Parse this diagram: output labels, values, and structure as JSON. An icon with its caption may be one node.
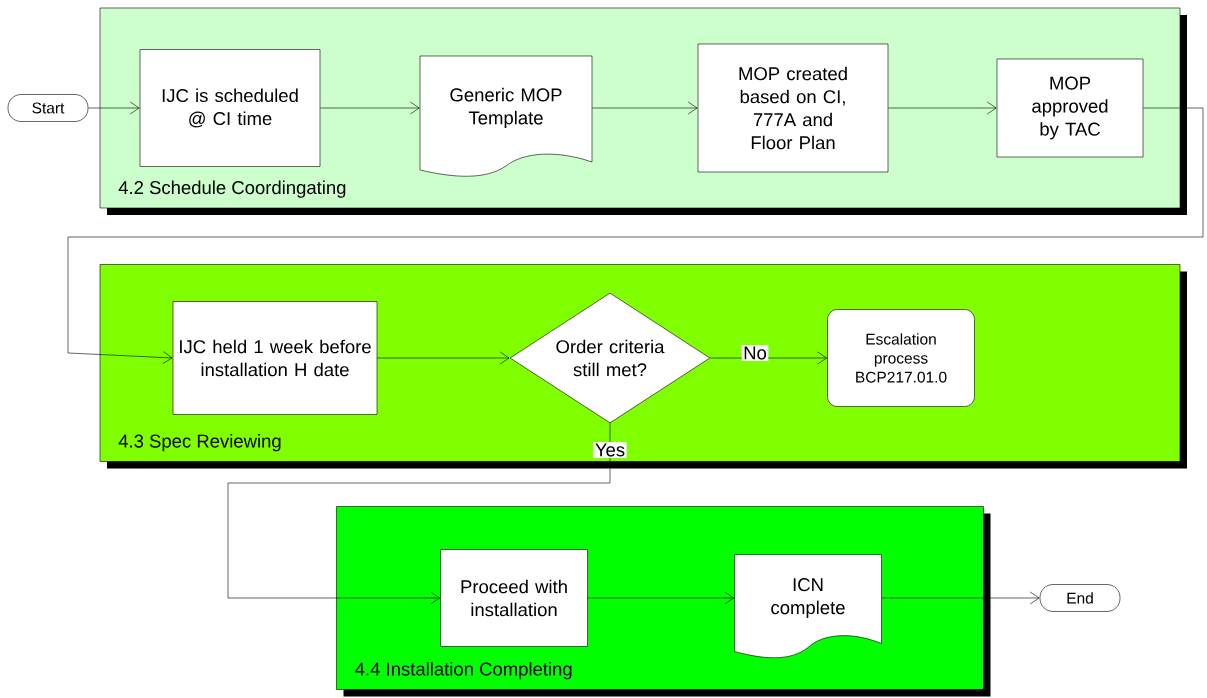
{
  "diagram": {
    "nodes": [
      {
        "text": [
          "Start"
        ]
      },
      {
        "text": [
          "4.2 Schedule Coordingating"
        ]
      },
      {
        "text": [
          "IJC is scheduled @ CI time"
        ],
        "in": 1
      },
      {
        "text": [
          "Generic MOP Template"
        ],
        "in": 1
      },
      {
        "text": [
          "MOP created based on CI, 777A and Floor Plan"
        ],
        "in": 1
      },
      {
        "text": [
          "MOP approved by TAC"
        ],
        "in": 1
      },
      {
        "text": [
          "4.3 Spec Reviewing"
        ]
      },
      {
        "text": [
          "IJC held 1 week before installation H date"
        ],
        "in": 6
      },
      {
        "text": [
          "Order criteria still met?"
        ],
        "in": 6
      },
      {
        "text": [
          "Escalation process BCP217.01.0"
        ],
        "in": 6
      },
      {
        "text": [
          "4.4 Installation Completing"
        ]
      },
      {
        "text": [
          "Proceed with installation"
        ],
        "in": 10
      },
      {
        "text": [
          "ICN complete"
        ],
        "in": 10
      },
      {
        "text": [
          "End"
        ]
      }
    ],
    "edges": [
      {
        "from": 0,
        "to": 2,
        "arrow": "to"
      },
      {
        "from": 2,
        "to": 3,
        "arrow": "to"
      },
      {
        "from": 3,
        "to": 4,
        "arrow": "to"
      },
      {
        "from": 4,
        "to": 5,
        "arrow": "to"
      },
      {
        "from": 5,
        "to": 7,
        "arrow": "to"
      },
      {
        "from": 7,
        "to": 8,
        "arrow": "to"
      },
      {
        "from": 8,
        "to": 9,
        "arrow": "to",
        "label": "No"
      },
      {
        "from": 8,
        "to": 11,
        "arrow": "to",
        "label": "Yes"
      },
      {
        "from": 11,
        "to": 12,
        "arrow": "to"
      },
      {
        "from": 12,
        "to": 13,
        "arrow": "to"
      }
    ]
  }
}
